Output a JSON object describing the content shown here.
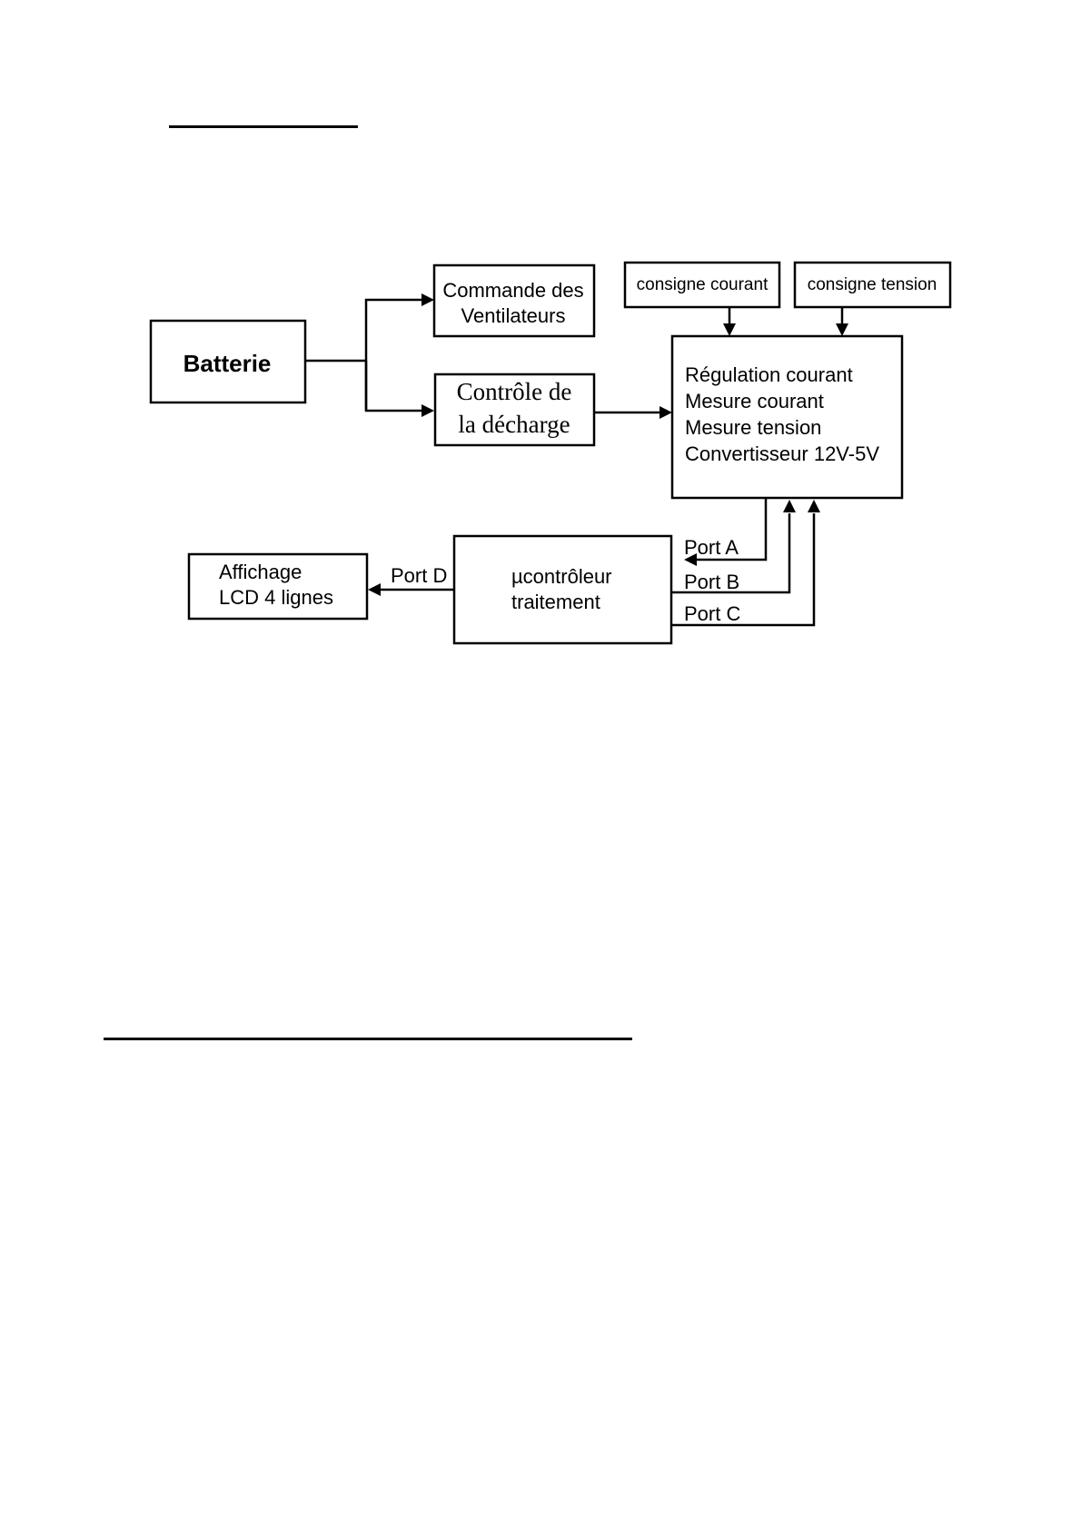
{
  "diagram": {
    "batterie": "Batterie",
    "commande": [
      "Commande des",
      "Ventilateurs"
    ],
    "controle": [
      "Contrôle de",
      "la décharge"
    ],
    "consigne_courant": "consigne courant",
    "consigne_tension": "consigne tension",
    "regulation": [
      "Régulation courant",
      "Mesure courant",
      "Mesure tension",
      "Convertisseur 12V-5V"
    ],
    "microcontroleur": [
      "µcontrôleur",
      "traitement"
    ],
    "affichage": [
      "Affichage",
      "LCD 4 lignes"
    ],
    "ports": {
      "a": "Port A",
      "b": "Port B",
      "c": "Port C",
      "d": "Port D"
    }
  }
}
